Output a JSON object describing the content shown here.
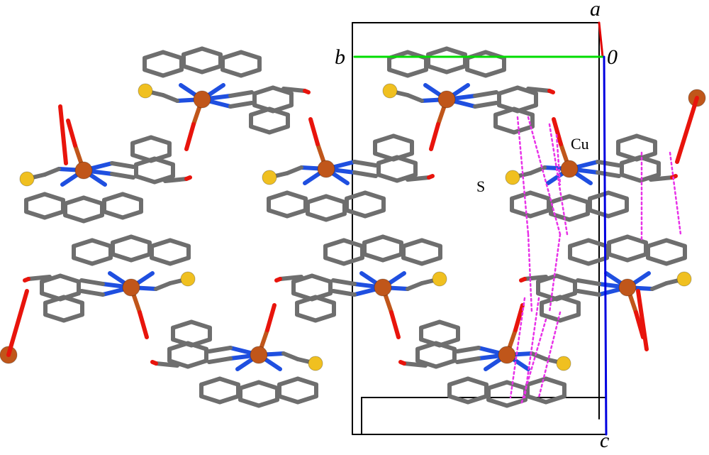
{
  "axes": {
    "a": "a",
    "b": "b",
    "origin": "0",
    "c": "c"
  },
  "atoms": {
    "cu": "Cu",
    "s": "S"
  },
  "colors": {
    "carbon": "#6e6e6e",
    "nitrogen": "#1f4fe0",
    "oxygen": "#e8140c",
    "copper": "#c0561a",
    "sulfur": "#f0c020",
    "contact": "#e832e8",
    "axis_a": "#e00000",
    "axis_b": "#00dd00",
    "axis_c": "#0000e0",
    "cell": "#000000"
  }
}
